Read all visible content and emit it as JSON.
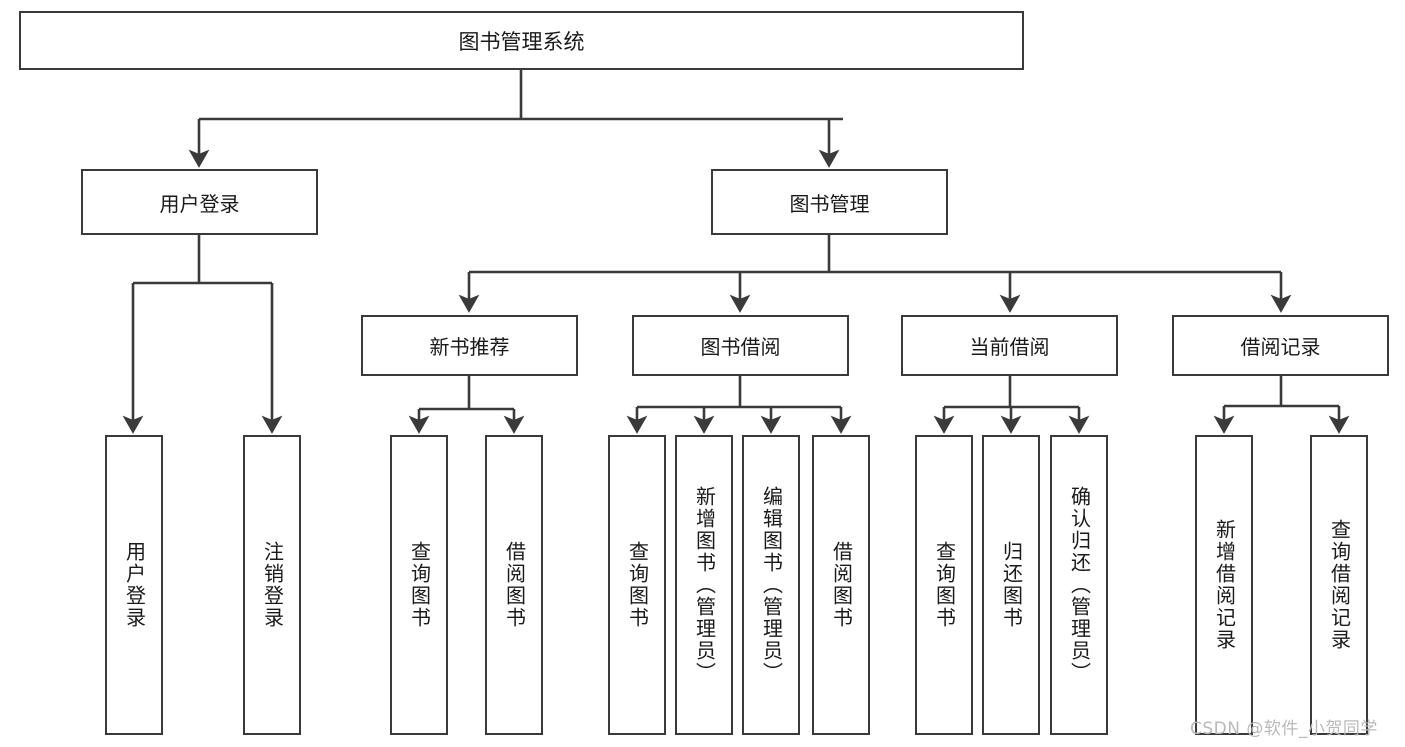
{
  "diagram": {
    "title": "图书管理系统",
    "type": "tree",
    "root": {
      "label": "图书管理系统"
    },
    "level2": [
      {
        "label": "用户登录"
      },
      {
        "label": "图书管理"
      }
    ],
    "level3": [
      {
        "label": "新书推荐"
      },
      {
        "label": "图书借阅"
      },
      {
        "label": "当前借阅"
      },
      {
        "label": "借阅记录"
      }
    ],
    "leaves": {
      "user_login": [
        {
          "label": "用户登录"
        },
        {
          "label": "注销登录"
        }
      ],
      "new_book_recommend": [
        {
          "label": "查询图书"
        },
        {
          "label": "借阅图书"
        }
      ],
      "book_borrow": [
        {
          "label": "查询图书"
        },
        {
          "label": "新增图书（管理员）"
        },
        {
          "label": "编辑图书（管理员）"
        },
        {
          "label": "借阅图书"
        }
      ],
      "current_borrow": [
        {
          "label": "查询图书"
        },
        {
          "label": "归还图书"
        },
        {
          "label": "确认归还（管理员）"
        }
      ],
      "borrow_record": [
        {
          "label": "新增借阅记录"
        },
        {
          "label": "查询借阅记录"
        }
      ]
    }
  },
  "watermark": {
    "text": "CSDN @软件_小贺同学"
  },
  "colors": {
    "stroke": "#3a3a3a",
    "background": "#ffffff",
    "text": "#1a1a1a",
    "watermark": "#b9b9b9"
  }
}
